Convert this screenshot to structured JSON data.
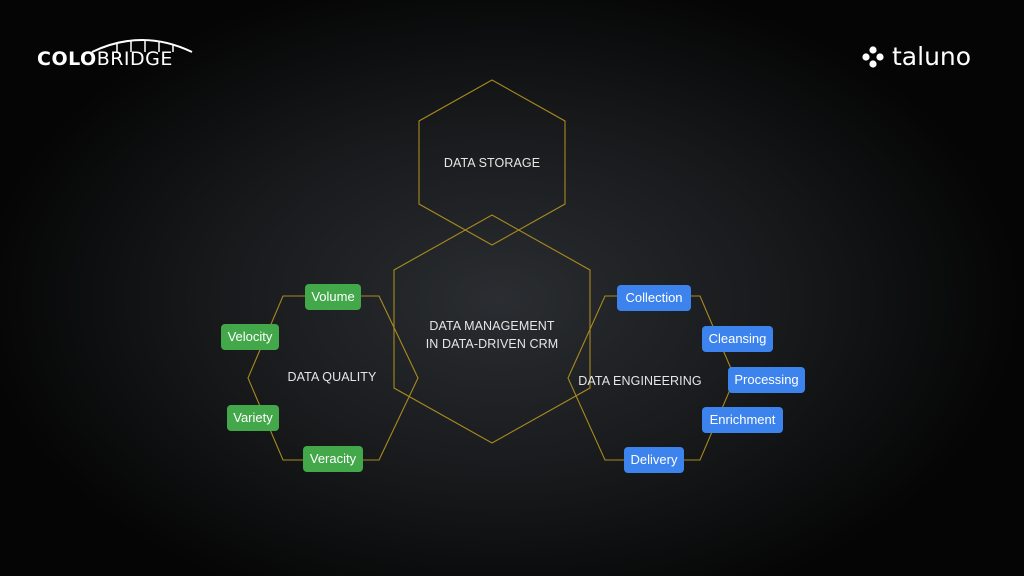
{
  "brand": {
    "left_logo_bold": "COLO",
    "left_logo_light": "BRIDGE",
    "right_logo": "taluno"
  },
  "diagram": {
    "storage": "DATA STORAGE",
    "center_line1": "DATA MANAGEMENT",
    "center_line2": "IN DATA-DRIVEN CRM",
    "quality": "DATA QUALITY",
    "engineering": "DATA ENGINEERING",
    "quality_tags": [
      "Volume",
      "Velocity",
      "Variety",
      "Veracity"
    ],
    "engineering_tags": [
      "Collection",
      "Cleansing",
      "Processing",
      "Enrichment",
      "Delivery"
    ]
  },
  "colors": {
    "hex_stroke": "#a98a1f",
    "quality_tag": "#43a84a",
    "engineering_tag": "#3d83ee"
  }
}
